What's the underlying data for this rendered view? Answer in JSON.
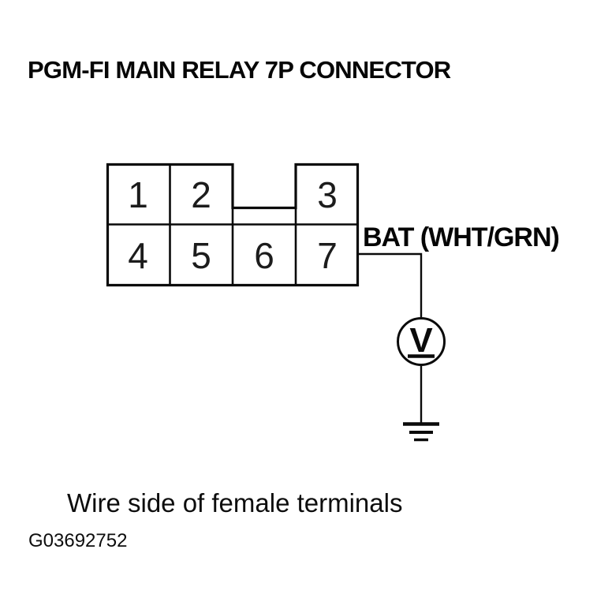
{
  "title": "PGM-FI MAIN RELAY 7P CONNECTOR",
  "connector": {
    "name": "PGM-FI main relay 7P connector",
    "pins": [
      "1",
      "2",
      "3",
      "4",
      "5",
      "6",
      "7"
    ]
  },
  "wire": {
    "label": "BAT (WHT/GRN)"
  },
  "meter": {
    "symbol": "V",
    "type": "voltmeter"
  },
  "caption": "Wire side of female terminals",
  "figure_id": "G03692752",
  "colors": {
    "ink": "#0a0a0a",
    "background": "#ffffff"
  }
}
